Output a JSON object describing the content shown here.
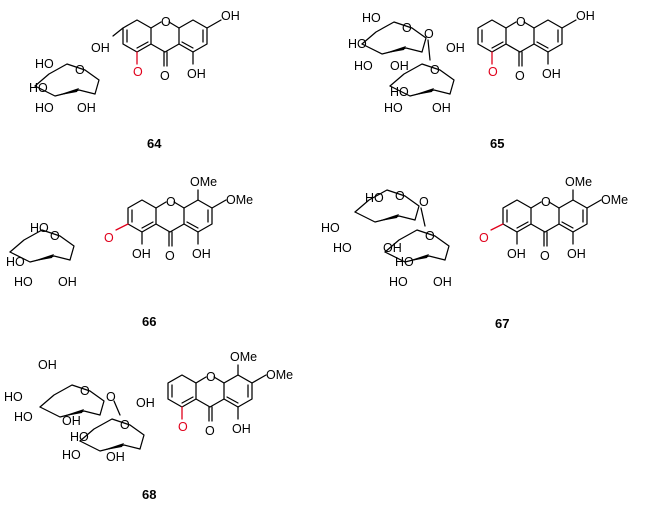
{
  "compounds": [
    {
      "number": "64"
    },
    {
      "number": "65"
    },
    {
      "number": "66"
    },
    {
      "number": "67"
    },
    {
      "number": "68"
    }
  ],
  "atoms": {
    "oh": "OH",
    "ho": "HO",
    "o": "O",
    "ome": "OMe"
  }
}
